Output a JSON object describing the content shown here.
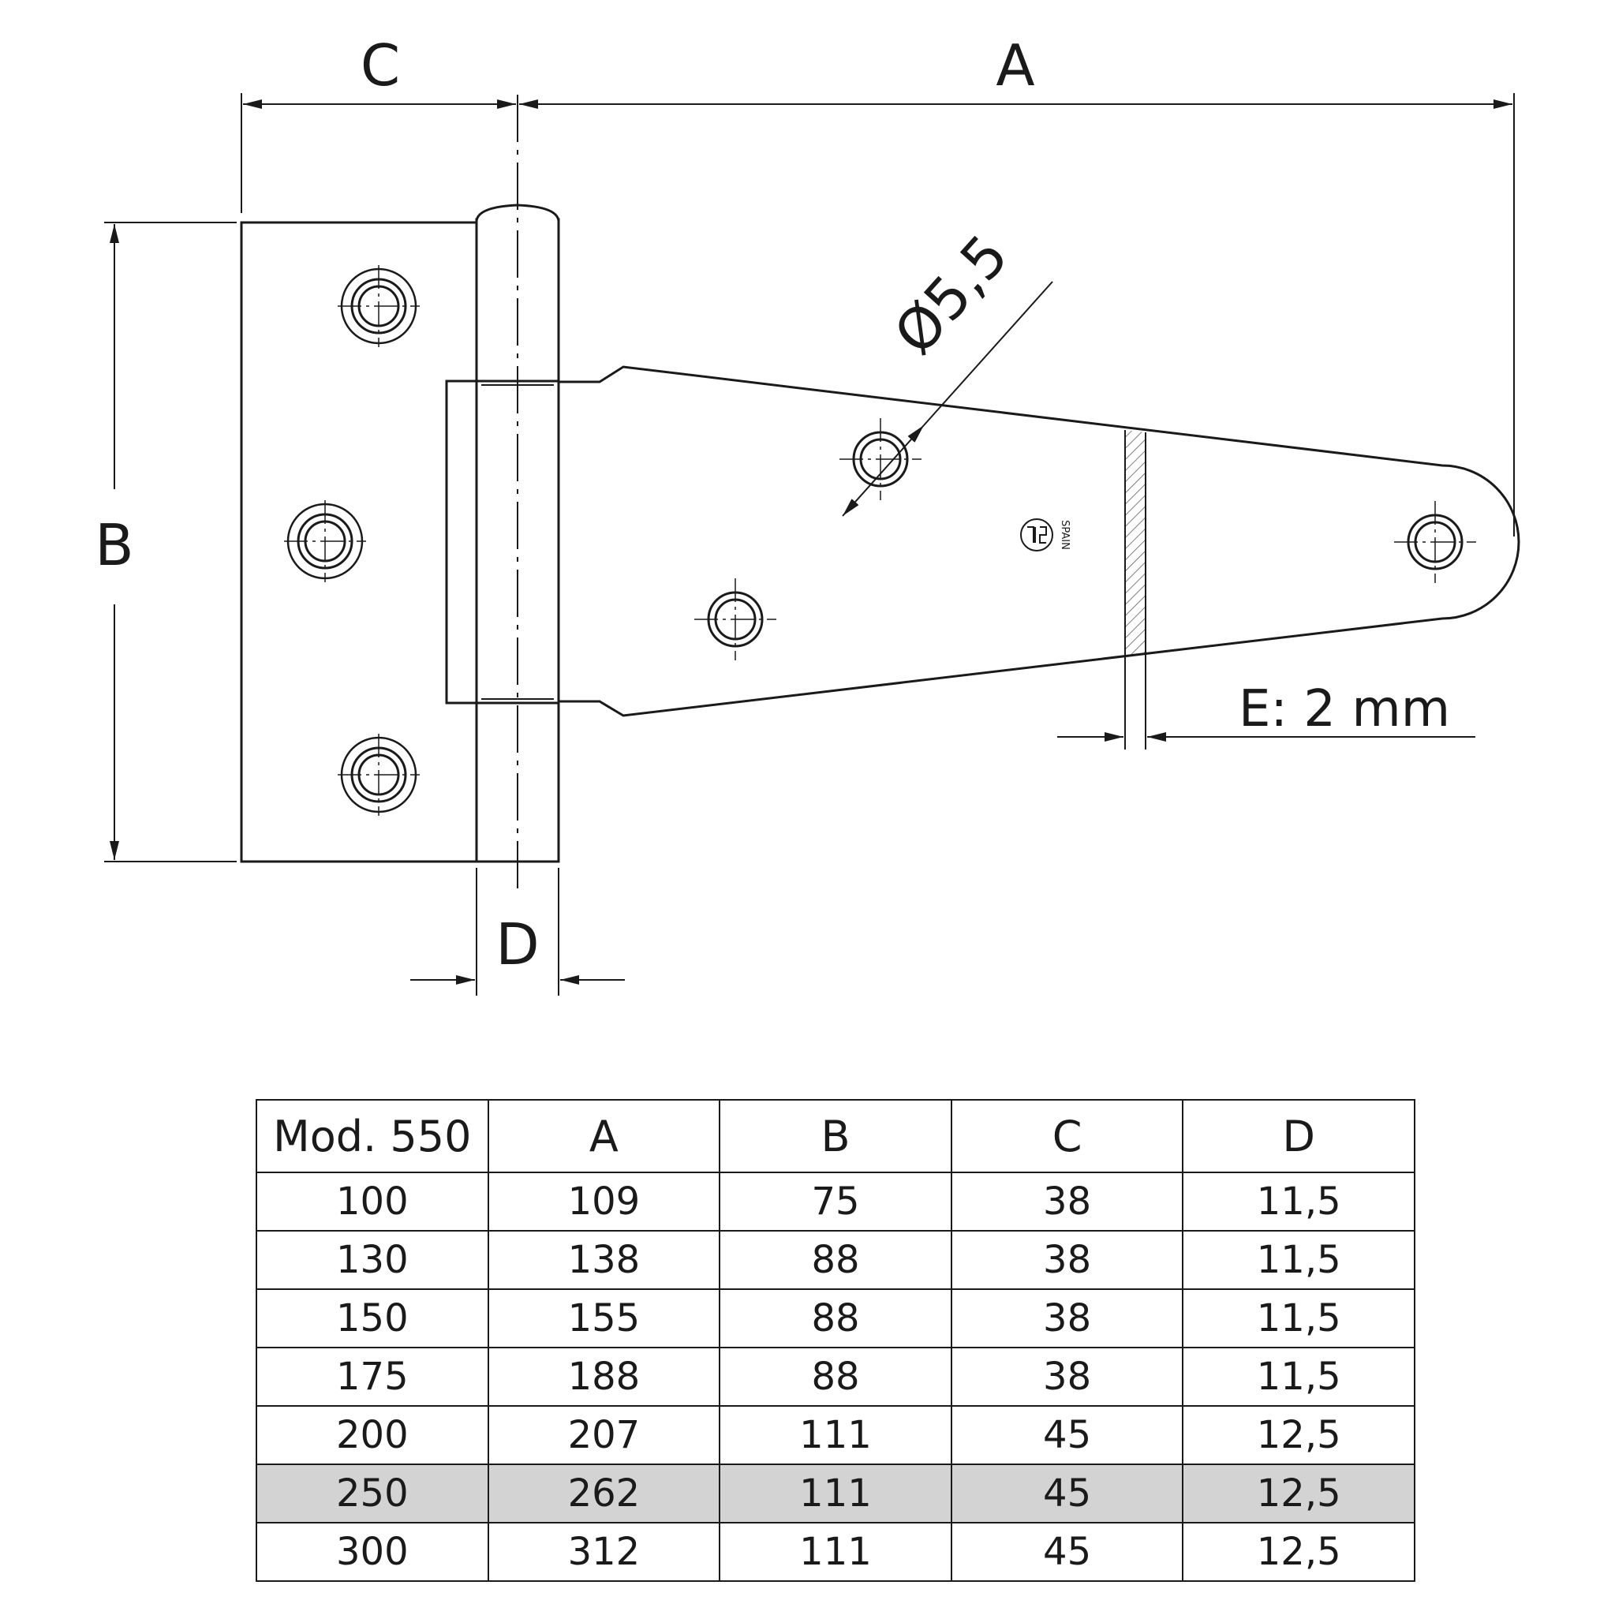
{
  "drawing": {
    "dimension_labels": {
      "a": "A",
      "b": "B",
      "c": "C",
      "d": "D"
    },
    "hole_diameter_label": "Ø5,5",
    "thickness_label": "E: 2 mm",
    "logo_text": "SPAIN"
  },
  "table": {
    "headers": [
      "Mod. 550",
      "A",
      "B",
      "C",
      "D"
    ],
    "rows": [
      [
        "100",
        "109",
        "75",
        "38",
        "11,5"
      ],
      [
        "130",
        "138",
        "88",
        "38",
        "11,5"
      ],
      [
        "150",
        "155",
        "88",
        "38",
        "11,5"
      ],
      [
        "175",
        "188",
        "88",
        "38",
        "11,5"
      ],
      [
        "200",
        "207",
        "111",
        "45",
        "12,5"
      ],
      [
        "250",
        "262",
        "111",
        "45",
        "12,5"
      ],
      [
        "300",
        "312",
        "111",
        "45",
        "12,5"
      ]
    ],
    "highlighted_row_index": 5,
    "highlight_color": "#d3d3d3"
  }
}
